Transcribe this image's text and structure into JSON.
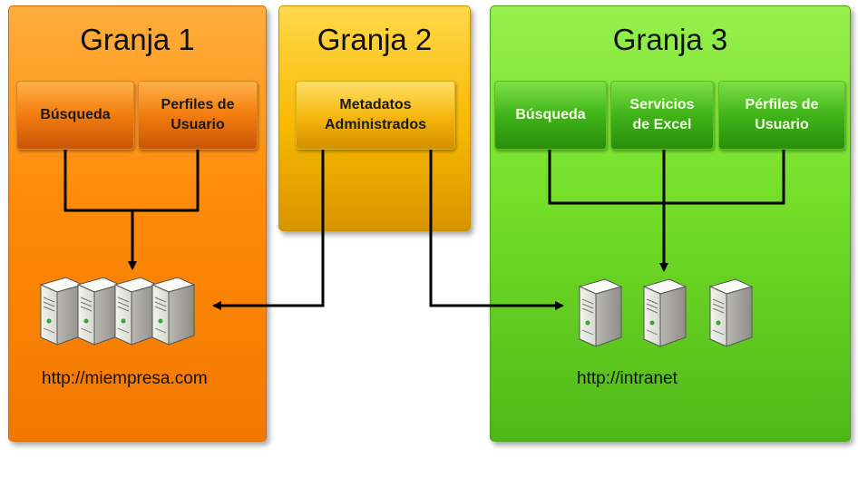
{
  "farms": [
    {
      "title": "Granja 1",
      "services": [
        "Búsqueda",
        "Perfiles de\nUsuario"
      ],
      "url": "http://miempresa.com"
    },
    {
      "title": "Granja 2",
      "services": [
        "Metadatos\nAdministrados"
      ]
    },
    {
      "title": "Granja 3",
      "services": [
        "Búsqueda",
        "Servicios\nde Excel",
        "Pérfiles de\nUsuario"
      ],
      "url": "http://intranet"
    }
  ],
  "colors": {
    "farm1": "#ff8a08",
    "farm2": "#f7b800",
    "farm3": "#74de28",
    "connector": "#000000"
  },
  "icons": [
    "server-icon"
  ]
}
